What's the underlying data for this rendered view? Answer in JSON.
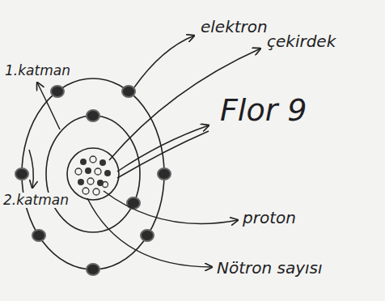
{
  "diagram": {
    "labels": [
      "elektron",
      "çekirdek",
      "1.katman",
      "2.katman",
      "Flor 9",
      "proton",
      "Nötron sayısı"
    ]
  }
}
